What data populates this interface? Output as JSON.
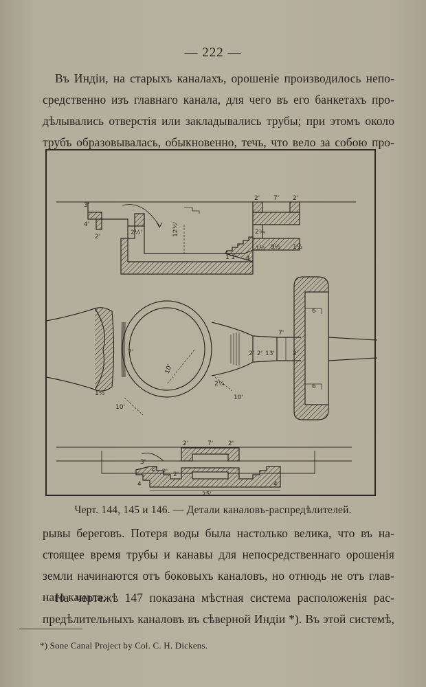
{
  "page_number": "— 222 —",
  "paragraphs": [
    {
      "lines": [
        "Въ Индіи, на старыхъ каналахъ, орошеніе производилось непо-",
        "средственно изъ главнаго канала, для чего въ его банкетахъ про-",
        "дѣлывались отверстія или закладывались трубы; при этомъ около",
        "трубъ образовывалась, обыкновенно, течь, что вело за собою про-"
      ]
    },
    {
      "lines": [
        "рывы береговъ. Потеря воды была настолько велика, что въ на-",
        "стоящее время трубы и канавы для непосредственнаго орошенія",
        "земли начинаются отъ боковыхъ каналовъ, но отнюдь не отъ глав-",
        "наго канала."
      ]
    },
    {
      "lines": [
        "На чертежѣ 147 показана мѣстная система расположенія рас-",
        "предѣлительныхъ каналовъ въ сѣверной Индіи *). Въ этой системѣ,"
      ]
    }
  ],
  "figure": {
    "caption": "Черт. 144, 145 и 146. — Детали каналовъ-распредѣлителей.",
    "labels": {
      "d3": "3'",
      "d4": "4'",
      "d2": "2'",
      "d2half": "2½'",
      "d12half": "12½'",
      "top2a": "2'",
      "top7": "7'",
      "top2b": "2'",
      "d2quarter": "2¼",
      "d9half": "9½",
      "d1half": "1½",
      "d11": "1'1'",
      "d4b": "4",
      "d1a": "1½",
      "p7": "7'",
      "p10": "10'",
      "p10b": "10'",
      "p10c": "10'",
      "p2a": "2'",
      "p2b": "2'",
      "p13": "13'",
      "p7b": "7'",
      "p2c": "2'",
      "p6a": "6",
      "p6b": "6",
      "p1half": "1½",
      "p2q": "2¼",
      "l2a": "2'",
      "l7": "7'",
      "l2b": "2'",
      "l3": "3'",
      "l2c": "2'",
      "l2d": "2'",
      "l2e": "2'",
      "l4": "4",
      "l4b": "4",
      "l25": "25'"
    }
  },
  "footnote": "*) Sone Canal Project by Col. C. H. Dickens."
}
